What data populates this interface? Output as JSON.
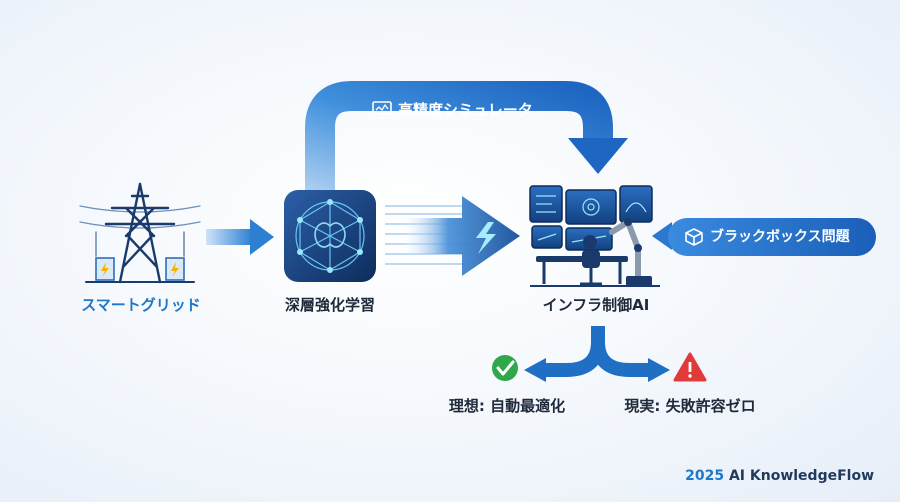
{
  "nodes": {
    "smart_grid": "スマートグリッド",
    "deep_rl": "深層強化学習",
    "infra_ai": "インフラ制御AI"
  },
  "simulator": {
    "label": "高精度シミュレータ",
    "icon": "monitor-icon"
  },
  "blackbox": {
    "label": "ブラックボックス問題",
    "icon": "cube-icon"
  },
  "outcomes": {
    "ideal": "理想: 自動最適化",
    "ideal_icon": "check-circle-icon",
    "reality": "現実: 失敗許容ゼロ",
    "reality_icon": "warning-icon"
  },
  "footer": {
    "year": "2025",
    "brand": "AI KnowledgeFlow"
  },
  "colors": {
    "primary": "#1f77c9",
    "success": "#2ea84a",
    "danger": "#e03a3a",
    "dark_navy": "#1a3a6b"
  }
}
